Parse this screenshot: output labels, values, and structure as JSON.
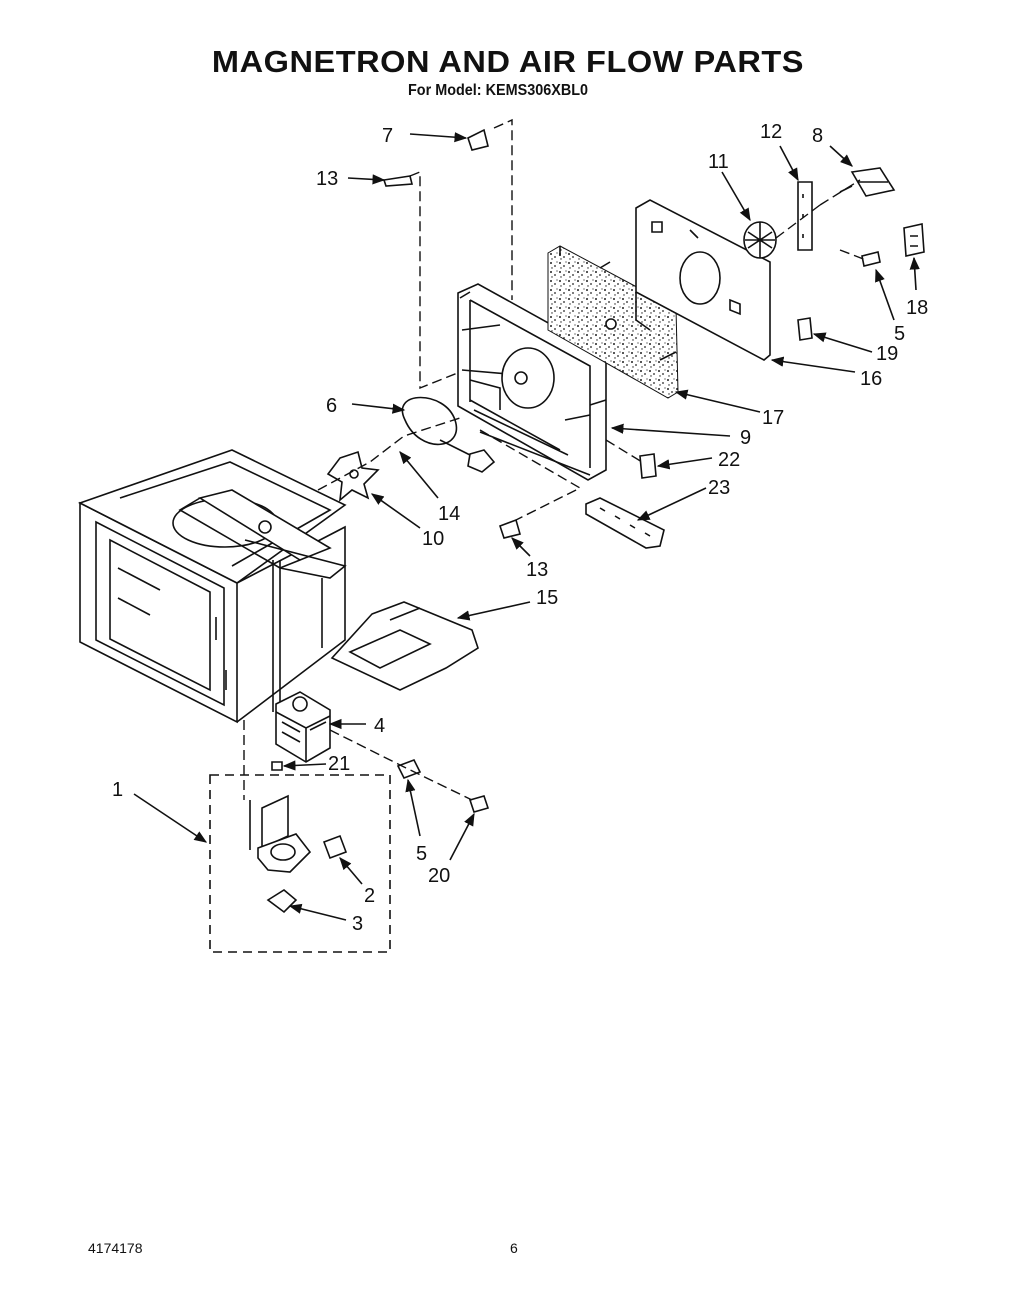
{
  "header": {
    "title": "MAGNETRON AND AIR FLOW PARTS",
    "subtitle": "For Model: KEMS306XBL0"
  },
  "footer": {
    "doc_number": "4174178",
    "page_number": "6"
  },
  "callouts": [
    {
      "id": "c7",
      "text": "7"
    },
    {
      "id": "c13a",
      "text": "13"
    },
    {
      "id": "c12",
      "text": "12"
    },
    {
      "id": "c8",
      "text": "8"
    },
    {
      "id": "c11",
      "text": "11"
    },
    {
      "id": "c18",
      "text": "18"
    },
    {
      "id": "c5a",
      "text": "5"
    },
    {
      "id": "c19",
      "text": "19"
    },
    {
      "id": "c16",
      "text": "16"
    },
    {
      "id": "c17",
      "text": "17"
    },
    {
      "id": "c6",
      "text": "6"
    },
    {
      "id": "c9",
      "text": "9"
    },
    {
      "id": "c22",
      "text": "22"
    },
    {
      "id": "c14",
      "text": "14"
    },
    {
      "id": "c23",
      "text": "23"
    },
    {
      "id": "c10",
      "text": "10"
    },
    {
      "id": "c13b",
      "text": "13"
    },
    {
      "id": "c15",
      "text": "15"
    },
    {
      "id": "c4",
      "text": "4"
    },
    {
      "id": "c21",
      "text": "21"
    },
    {
      "id": "c1",
      "text": "1"
    },
    {
      "id": "c5b",
      "text": "5"
    },
    {
      "id": "c20",
      "text": "20"
    },
    {
      "id": "c2",
      "text": "2"
    },
    {
      "id": "c3",
      "text": "3"
    }
  ]
}
